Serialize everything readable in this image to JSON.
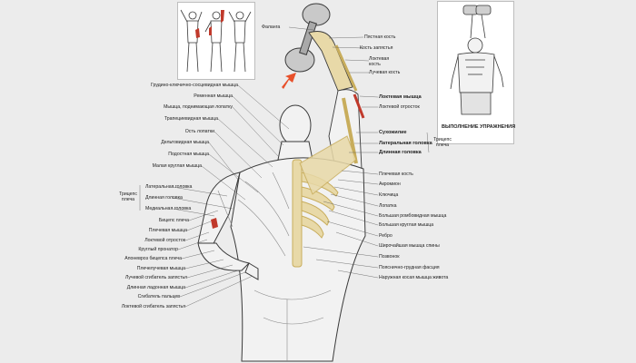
{
  "colors": {
    "background": "#ececec",
    "skin": "#f2f2f2",
    "outline": "#3a3a3a",
    "muscle_line": "#8a8a8a",
    "bone": "#e8d9a8",
    "bone_shade": "#c8ad5c",
    "highlight_muscle": "#c0392b",
    "arrow": "#e8502a"
  },
  "inset_left": {
    "icon": "three-figure-muscle-views"
  },
  "inset_right": {
    "caption": "ВЫПОЛНЕНИЕ УПРАЖНЕНИЯ",
    "icon": "figure-overhead-dumbbell"
  },
  "arm_labels": {
    "phalanx": "Фаланга",
    "metacarpal": "Пястная кость",
    "wrist": "Кость запястья",
    "ulna": "Локтевая кость",
    "radius": "Лучевая кость",
    "anconeus": "Локтевая мышца",
    "olecranon": "Локтевой отросток"
  },
  "triceps_right": {
    "group": "Трицепс плеча",
    "tendon": "Сухожилие",
    "lateral_head": "Латеральная головка",
    "long_head": "Длинная головка"
  },
  "left_labels": [
    "Грудино-ключично-сосцевидная мышца",
    "Ременная мышца",
    "Мышца, поднимающая лопатку",
    "Трапециевидная мышца",
    "Ость лопатки",
    "Дельтовидная мышца",
    "Подостная мышца",
    "Малая круглая мышца"
  ],
  "triceps_left": {
    "group": "Трицепс плеча",
    "heads": [
      "Латеральная головка",
      "Длинная головка",
      "Медиальная головка"
    ]
  },
  "left_lower_labels": [
    "Бицепс плеча",
    "Плечевая мышца",
    "Локтевой отросток",
    "Круглый пронатор",
    "Апоневроз бицепса плеча",
    "Плечелучевая мышца",
    "Лучевой сгибатель запястья",
    "Длинная ладонная мышца",
    "Сгибатель пальцев",
    "Локтевой сгибатель запястья"
  ],
  "right_labels": [
    "Плечевая кость",
    "Акромион",
    "Ключица",
    "Лопатка",
    "Большая ромбовидная мышца",
    "Большая круглая мышца",
    "Ребро",
    "Широчайшая мышца спины",
    "Позвонок",
    "Пояснично-грудная фасция",
    "Наружная косая мышца живота"
  ]
}
